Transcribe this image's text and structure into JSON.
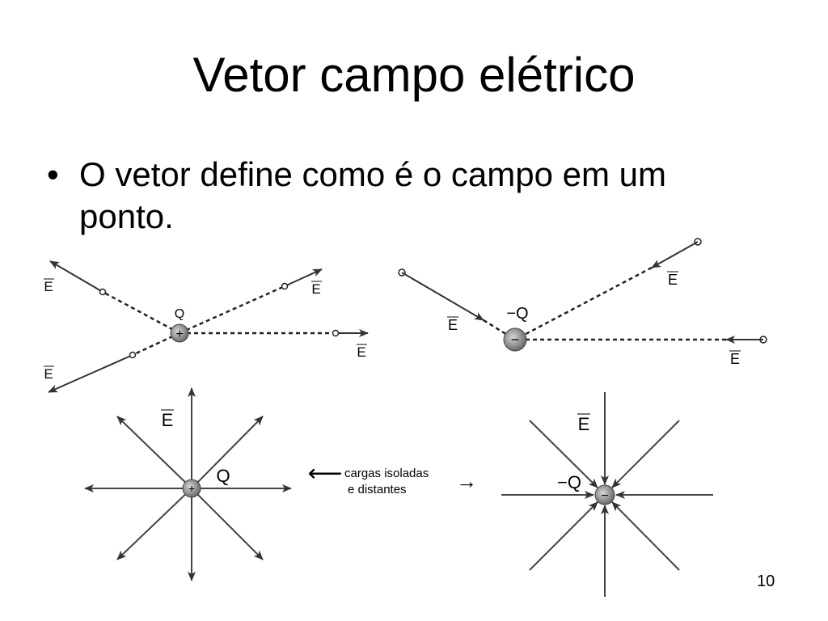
{
  "slide": {
    "title": "Vetor campo elétrico",
    "bullet": "O vetor define como é o campo em um ponto.",
    "page_number": "10"
  },
  "labels": {
    "field": "E",
    "pos_charge": "Q",
    "neg_charge": "−Q",
    "plus_sign": "+",
    "minus_sign": "−"
  },
  "note": {
    "line1": "cargas isoladas",
    "line2": "e distantes"
  },
  "arrows": {
    "left": "⟵",
    "right": "→"
  }
}
